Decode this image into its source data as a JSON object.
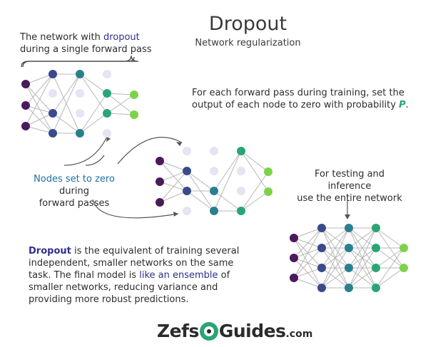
{
  "header": {
    "title": "Dropout",
    "subtitle": "Network regularization"
  },
  "labels": {
    "network_with_line1_pre": "The network with ",
    "network_with_line1_accent": "dropout",
    "network_with_line2": "during a single forward pass",
    "forward_pass_line1": "For each forward pass during training, set the",
    "forward_pass_line2_pre": "output of each node to zero with probability ",
    "forward_pass_line2_prob": "P",
    "forward_pass_line2_post": ".",
    "nodes_zero_line1_accent": "Nodes set to zero",
    "nodes_zero_line1_post": " during",
    "nodes_zero_line2": "forward passes",
    "testing_line1": "For testing and inference",
    "testing_line2": "use the entire network"
  },
  "summary": {
    "line1_bold": "Dropout",
    "line1_post": " is the equivalent of training several",
    "line2": "independent, smaller networks on the same",
    "line3_pre": "task. The final model is ",
    "line3_accent": "like an ensemble",
    "line3_post": " of",
    "line4": "smaller networks, reducing variance and",
    "line5": "providing more robust predictions."
  },
  "logo": {
    "left": "Zefs",
    "right": "Guides",
    "tld": ".com"
  },
  "colors": {
    "input": "#4a1a5c",
    "hidden1": "#3a4a8a",
    "hidden2": "#2a7f8e",
    "hidden3": "#2aa575",
    "output": "#7ed24a",
    "dropped": "#e4e4f4",
    "edge": "#b8b8b8"
  }
}
